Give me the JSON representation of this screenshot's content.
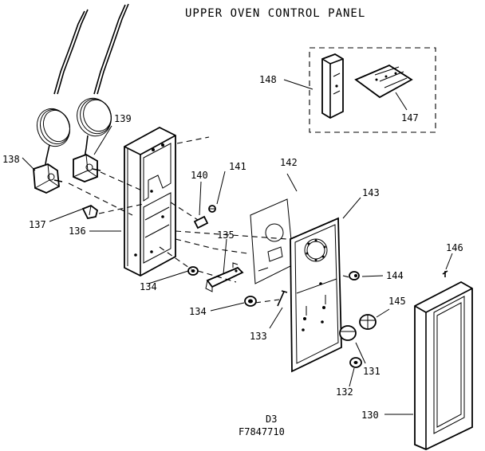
{
  "title": "UPPER OVEN CONTROL PANEL",
  "figure_code": "D3",
  "figure_number": "F7847710",
  "part_labels": {
    "p130": "130",
    "p131": "131",
    "p132": "132",
    "p133": "133",
    "p134a": "134",
    "p134b": "134",
    "p135": "135",
    "p136": "136",
    "p137": "137",
    "p138": "138",
    "p139": "139",
    "p140": "140",
    "p141": "141",
    "p142": "142",
    "p143": "143",
    "p144": "144",
    "p145": "145",
    "p146": "146",
    "p147": "147",
    "p148": "148"
  }
}
